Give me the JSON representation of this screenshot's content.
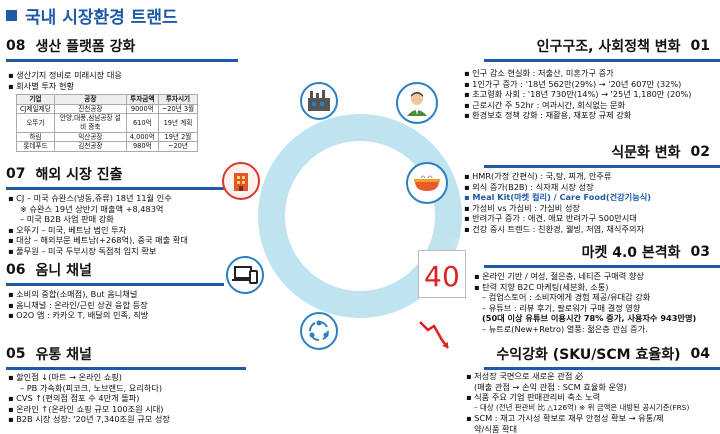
{
  "title": "국내 시장환경 트랜드",
  "ring_color": "#bfe3ef",
  "accent": "#1f5aa6",
  "left": [
    {
      "num": "08",
      "label": "생산 플랫폼 강화",
      "icon": "factory-icon",
      "bullets": [
        "▪ 생산기지 정비로 미래시장 대응",
        "▪ 회사별 투자 현황"
      ],
      "table": {
        "headers": [
          "기업",
          "공장",
          "투자금액",
          "투자시기"
        ],
        "rows": [
          [
            "CJ제일제당",
            "진천공장",
            "9000억",
            "~20년 3월"
          ],
          [
            "오뚜기",
            "안양,대풍,삼남공장 설비 증축",
            "610억",
            "19년 계획"
          ],
          [
            "하림",
            "익산공장",
            "4,000억",
            "19년 2월"
          ],
          [
            "롯데푸드",
            "김천공장",
            "980억",
            "~20년"
          ]
        ]
      }
    },
    {
      "num": "07",
      "label": "해외 시장 진출",
      "icon": "building-icon",
      "bullets": [
        "▪ CJ – 미국 슈완스(냉동,쥬류) 18년 11월 인수",
        "※ 슈완스 19년 상반기 매출액 +8,483억",
        "– 미국 B2B 사업 판매 강화",
        "▪ 오뚜기 – 미국, 베트남 법인 투자",
        "▪ 대상 – 해외부문 베트남(+268억), 중국 매출 확대",
        "▪ 풀무원 – 미국 두부시장 독점적 입지 확보"
      ]
    },
    {
      "num": "06",
      "label": "옴니 채널",
      "icon": "devices-icon",
      "bullets": [
        "▪ 소비의 중합(소매점), But 옴니채널",
        "▪ 옴니채널 : 온라인/근린 상권 융합 등장",
        "▪ O2O 앱 : 카카오 T, 배달의 민족, 직방"
      ]
    },
    {
      "num": "05",
      "label": "유통 채널",
      "icon": "cycle-icon",
      "bullets": [
        "▪ 할인점 ↓(마트 → 온라인 쇼핑)",
        "– PB 가속화(피코크, 노브랜드, 요리하다)",
        "▪ CVS ↑(편의점 점포 수 4만개 돌파)",
        "▪ 온라인 ↑(온라인 쇼핑 규모 100조원 시대)",
        "▪ B2B 시장 성장: '20년 7,340조원 규모 성장"
      ]
    }
  ],
  "right": [
    {
      "num": "01",
      "label": "인구구조, 사회정책 변화",
      "icon": "person-icon",
      "bullets": [
        "▪ 인구 감소 현실화 : 저출산, 미혼가구 증가",
        "▪ 1인가구 증가 : '18년 562만(29%) → '20년 607만 (32%)",
        "▪ 초고령화 사회 : '18년 730만(14%) → '25년 1,180만 (20%)",
        "▪ 근로시간 주 52hr : 여과시간, 회식없는 문화",
        "▪ 환경보호 정책 강화 : 재활용, 재포장 규제 강화"
      ]
    },
    {
      "num": "02",
      "label": "식문화 변화",
      "icon": "food-icon",
      "bullets": [
        "▪ HMR(가정 간편식) : 국,탕, 찌개, 안주류",
        "▪ 외식 증가(B2B) : 식자재 시장 성장",
        "▪ Meal Kit(마켓 컬리) / Care Food(건강기능식)",
        "▪ 가성비 vs 가심비 : 가심비 성장",
        "▪ 반려가구 증가 : 애견, 애묘 반려가구 500만시대",
        "▪ 건강 중시 트렌드 : 친환경, 웰빙, 저염, 채식주의자"
      ]
    },
    {
      "num": "03",
      "label": "마켓 4.0 본격화",
      "icon": "market-icon",
      "bullets": [
        "▪ 온라인 기반 / 여성, 젊은층, 네티즌 구매력 향상",
        "▪ 탄력 지향 B2C 마케팅(세분화, 소통)",
        "– 컴업스토어 : 소비자에게 경험 제공/유대감 강화",
        "– 유튜브 : 리뷰 후기, 팔로워가 구매 결정 영향",
        "(50대 이상 유튜브 이용시간 78% 증가, 사용자수 943만명)",
        "– 뉴트로(New+Retro) 열풍: 젊은층 관심 증가."
      ]
    },
    {
      "num": "04",
      "label": "수익강화 (SKU/SCM 효율화)",
      "icon": "chart-down-icon",
      "bullets": [
        "▪ 저성장 국면으로 새로운 관점 必",
        "(매출 관점 → 손익 관점 : SCM 효율화 운영)",
        "▪ 식품 주요 기업 판매관리비 축소 노력",
        "– 대상 (전년 판관비 比 △126억) ※ 위 금액은 내방된 공시기준(FRS)",
        "▪ SCM : 재고 가시성 확보로 재무 안정성 확보 → 유통/제",
        "약/식품 확대"
      ]
    }
  ]
}
